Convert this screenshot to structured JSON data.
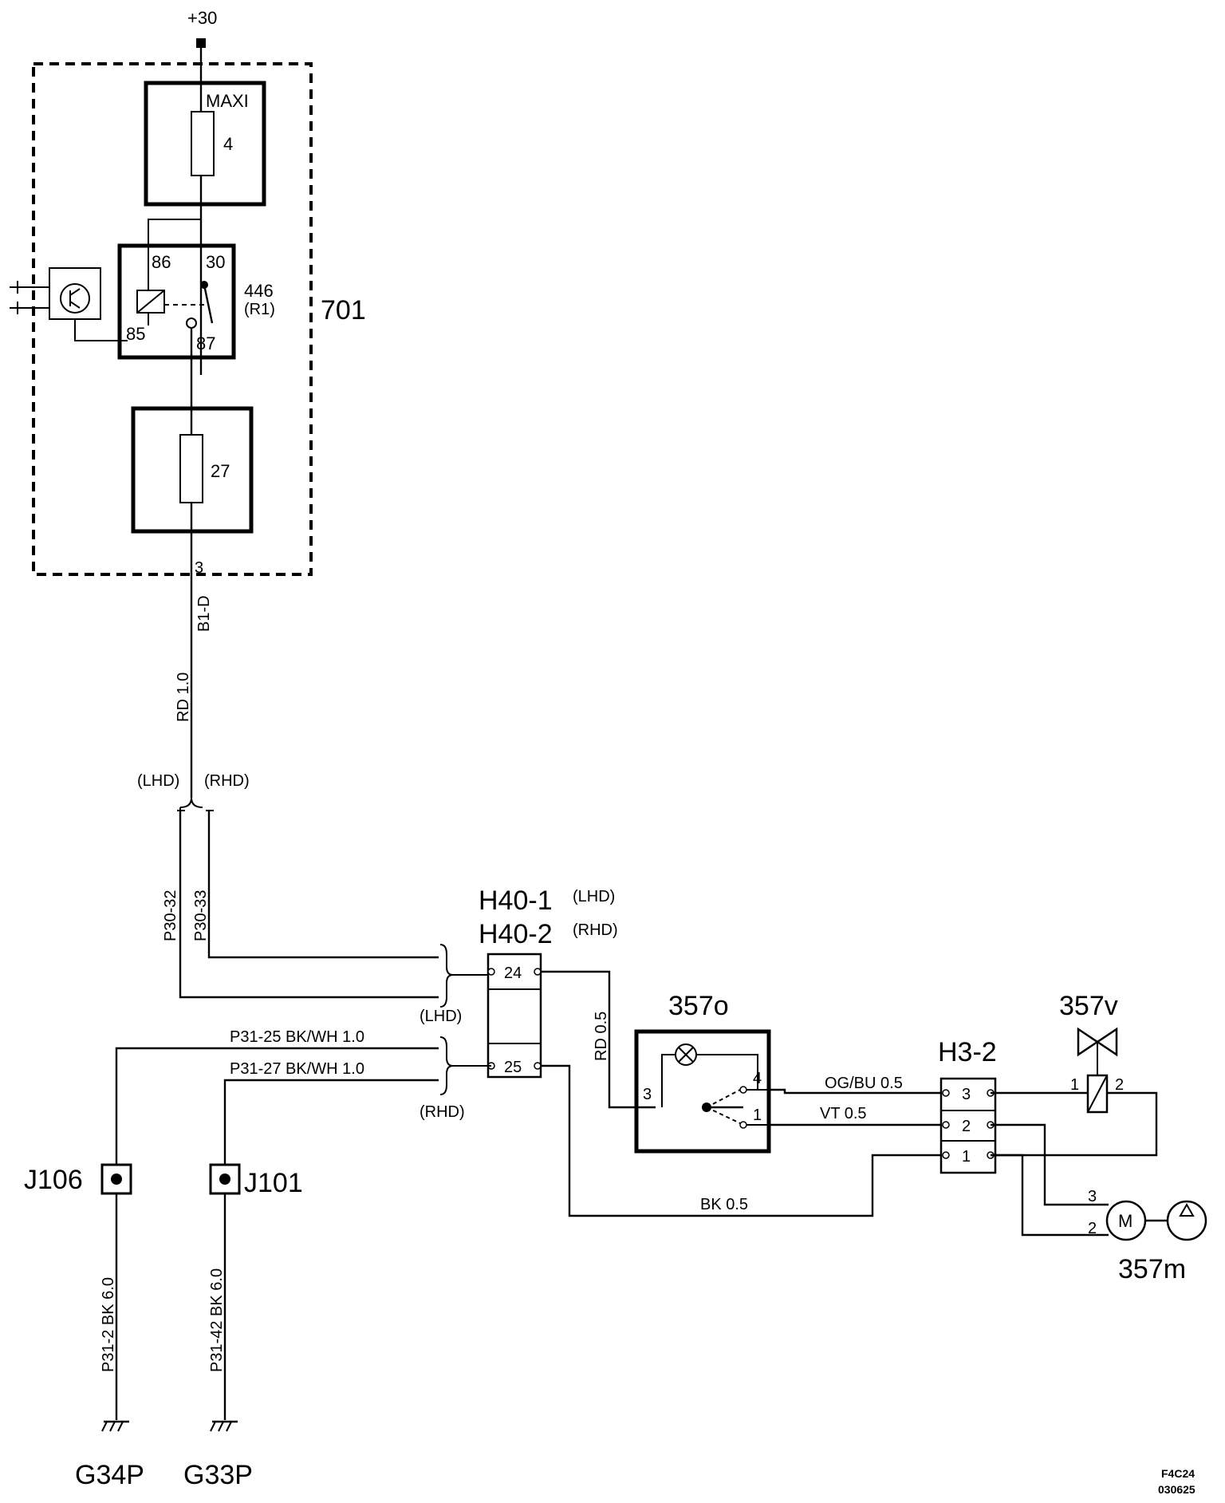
{
  "supply": "+30",
  "module": "701",
  "maxi_label": "MAXI",
  "fuse_top": "4",
  "relay": {
    "id": "446",
    "sub": "(R1)",
    "p86": "86",
    "p30": "30",
    "p85": "85",
    "p87": "87"
  },
  "fuse_bottom": "27",
  "pin3": "3",
  "b1d": "B1-D",
  "wire_rd10": "RD 1.0",
  "lhd": "(LHD)",
  "rhd": "(RHD)",
  "p30_32": "P30-32",
  "p30_33": "P30-33",
  "conn": {
    "h40_1": "H40-1",
    "h40_2": "H40-2",
    "lhd": "(LHD)",
    "rhd": "(RHD)",
    "pin24": "24",
    "pin25": "25"
  },
  "p31_25": "P31-25  BK/WH  1.0",
  "p31_27": "P31-27  BK/WH  1.0",
  "brace_lhd": "(LHD)",
  "brace_rhd": "(RHD)",
  "rd05": "RD  0.5",
  "sw": {
    "id": "357o",
    "p3": "3",
    "p4": "4",
    "p1": "1"
  },
  "og_bu": "OG/BU  0.5",
  "vt": "VT   0.5",
  "bk05": "BK   0.5",
  "h3": {
    "id": "H3-2",
    "p3": "3",
    "p2": "2",
    "p1": "1"
  },
  "valve": {
    "id": "357v",
    "p1": "1",
    "p2": "2"
  },
  "motor": {
    "id": "357m",
    "m": "M",
    "p3": "3",
    "p2": "2"
  },
  "j106": "J106",
  "j101": "J101",
  "p31_2": "P31-2  BK  6.0",
  "p31_42": "P31-42  BK  6.0",
  "g34p": "G34P",
  "g33p": "G33P",
  "ref1": "F4C24",
  "ref2": "030625"
}
